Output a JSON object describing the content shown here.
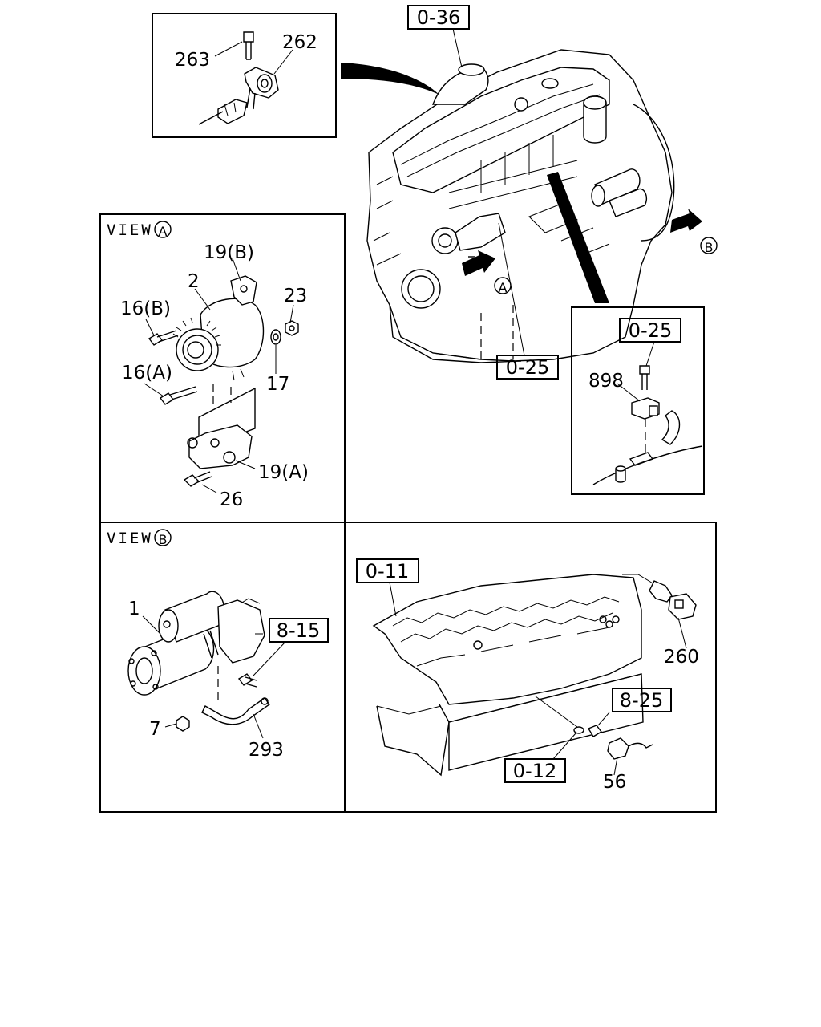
{
  "views": {
    "a_label": "VIEW",
    "a_letter": "A",
    "b_label": "VIEW",
    "b_letter": "B"
  },
  "markers": {
    "a": "A",
    "b": "B"
  },
  "references": {
    "r036": "0-36",
    "r025_main": "0-25",
    "r025_detail": "0-25",
    "r011": "0-11",
    "r012": "0-12",
    "r815": "8-15",
    "r825": "8-25"
  },
  "parts": {
    "p263": "263",
    "p262": "262",
    "p19b": "19(B)",
    "p2": "2",
    "p23": "23",
    "p16b": "16(B)",
    "p16a": "16(A)",
    "p17": "17",
    "p19a": "19(A)",
    "p26": "26",
    "p898": "898",
    "p1": "1",
    "p7": "7",
    "p293": "293",
    "p260": "260",
    "p56": "56"
  }
}
